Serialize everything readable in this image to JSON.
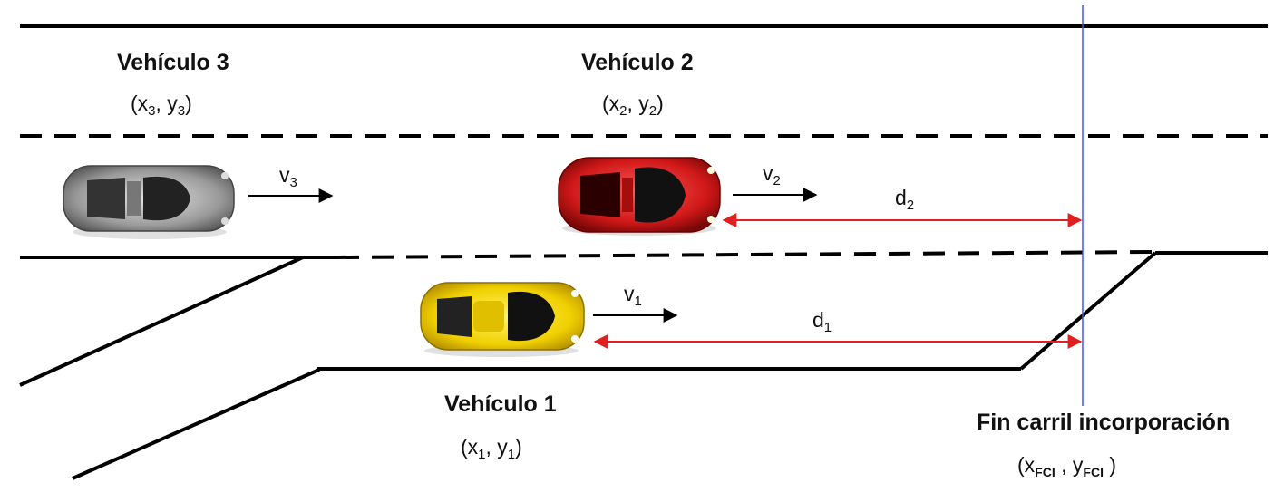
{
  "vehicles": [
    {
      "title": "Vehículo 3",
      "coord": {
        "x": "x",
        "xs": "3",
        "y": "y",
        "ys": "3"
      },
      "velocity": {
        "sym": "v",
        "sub": "3"
      },
      "color": "#8a8a8a"
    },
    {
      "title": "Vehículo 2",
      "coord": {
        "x": "x",
        "xs": "2",
        "y": "y",
        "ys": "2"
      },
      "velocity": {
        "sym": "v",
        "sub": "2"
      },
      "color": "#d81e1e"
    },
    {
      "title": "Vehículo 1",
      "coord": {
        "x": "x",
        "xs": "1",
        "y": "y",
        "ys": "1"
      },
      "velocity": {
        "sym": "v",
        "sub": "1"
      },
      "color": "#f2d400"
    }
  ],
  "distances": [
    {
      "sym": "d",
      "sub": "2"
    },
    {
      "sym": "d",
      "sub": "1"
    }
  ],
  "merge_end": {
    "title": "Fin carril incorporación",
    "coord": {
      "x": "x",
      "xs": "FCI",
      "y": "y",
      "ys": "FCI"
    }
  },
  "colors": {
    "road_line": "#000000",
    "distance_arrow": "#e02020",
    "reference_line": "#3b5bdb",
    "velocity_arrow": "#000000"
  },
  "icons": [
    "car-gray-icon",
    "car-red-icon",
    "car-yellow-icon"
  ]
}
